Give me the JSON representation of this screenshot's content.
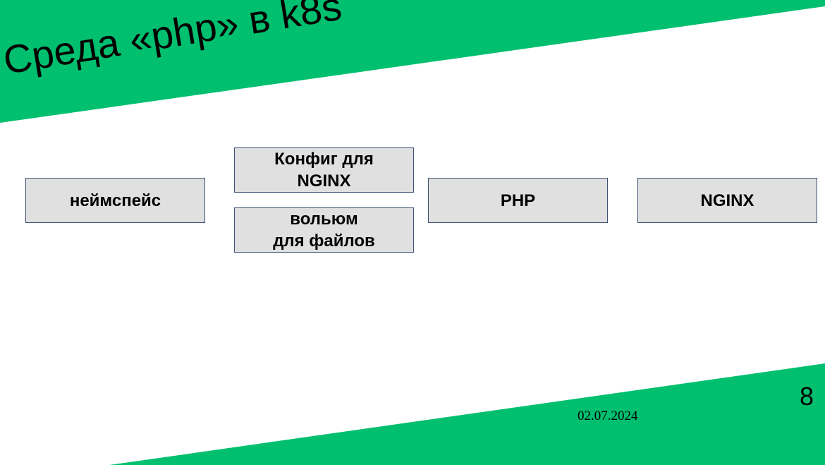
{
  "colors": {
    "accent_green": "#00bf6f",
    "box_fill": "#e0e0e0",
    "box_border": "#3d4f73",
    "text": "#000000"
  },
  "slide": {
    "title": "Среда «php» в k8s",
    "boxes": {
      "namespace": "неймспейс",
      "config": [
        "Конфиг для",
        "NGINX"
      ],
      "volume": [
        "вольюм",
        "для файлов"
      ],
      "php": "PHP",
      "nginx": "NGINX"
    },
    "date": "02.07.2024",
    "page_number": "8"
  }
}
